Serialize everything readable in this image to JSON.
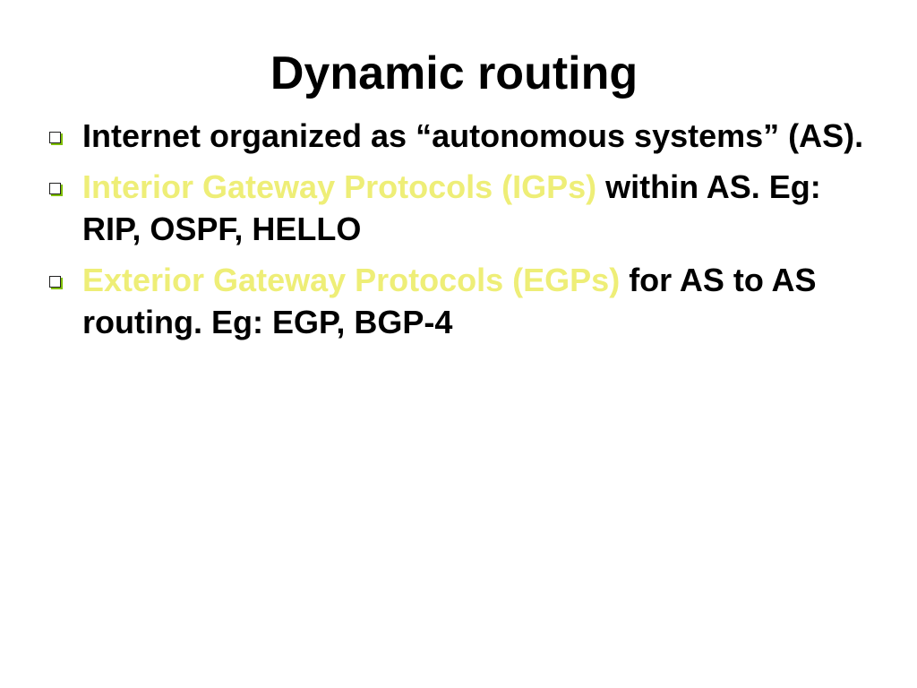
{
  "slide": {
    "title": "Dynamic routing",
    "bullets": [
      {
        "highlight": "",
        "text": "Internet organized as “autonomous systems” (AS)."
      },
      {
        "highlight": "Interior Gateway Protocols (IGPs)",
        "text": " within AS. Eg: RIP, OSPF, HELLO"
      },
      {
        "highlight": "Exterior Gateway Protocols (EGPs)",
        "text": " for AS to AS routing. Eg: EGP, BGP-4"
      }
    ]
  },
  "colors": {
    "highlight": "#eeee77",
    "text": "#000000",
    "bullet_accent": "#7fbf00"
  },
  "icons": {
    "bullet": "square-bullet-icon"
  }
}
